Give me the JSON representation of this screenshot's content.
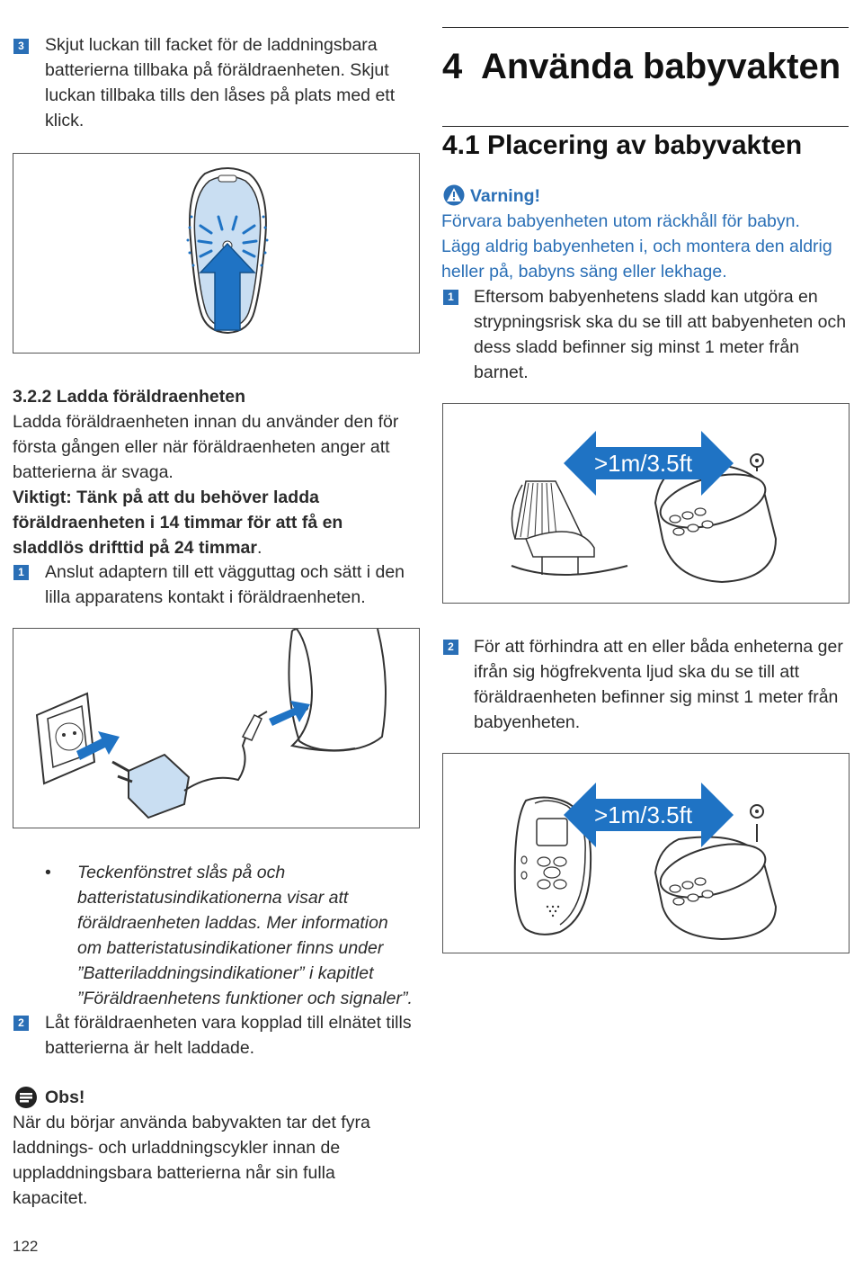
{
  "left": {
    "step3": {
      "num": "3",
      "text": "Skjut luckan till facket för de laddningsbara batterierna tillbaka på föräldraenheten. Skjut luckan tillbaka tills den låses på plats med ett klick."
    },
    "section": {
      "title": "3.2.2 Ladda föräldraenheten",
      "body": "Ladda föräldraenheten innan du använder den för första gången eller när föräldraenheten anger att batterierna är svaga.",
      "important": "Viktigt: Tänk på att du behöver ladda föräldraenheten i 14 timmar för att få en sladdlös drifttid på 24 timmar",
      "important_end": "."
    },
    "step1": {
      "num": "1",
      "text": "Anslut adaptern till ett vägguttag och sätt i den lilla apparatens kontakt i föräldraenheten."
    },
    "bullet": {
      "symbol": "•",
      "text": "Teckenfönstret slås på och batteristatusindikationerna visar att föräldraenheten laddas. Mer information om batteristatusindikationer finns under ”Batteriladdningsindikationer” i kapitlet ”Föräldraenhetens funktioner och signaler”."
    },
    "step2": {
      "num": "2",
      "text": "Låt föräldraenheten vara kopplad till elnätet tills batterierna är helt laddade."
    },
    "note": {
      "label": "Obs!",
      "text": "När du börjar använda babyvakten tar det fyra laddnings- och urladdningscykler innan de uppladdningsbara batterierna når sin fulla kapacitet."
    },
    "page_number": "122"
  },
  "right": {
    "chapter_title": "4  Använda babyvakten",
    "section_title": "4.1 Placering av babyvakten",
    "warning": {
      "label": "Varning!",
      "text": "Förvara babyenheten utom räckhåll för babyn. Lägg aldrig babyenheten i, och montera den aldrig heller på, babyns säng eller lekhage."
    },
    "step1": {
      "num": "1",
      "text": "Eftersom babyenhetens sladd kan utgöra en strypningsrisk ska du se till att babyenheten och dess sladd befinner sig minst 1 meter från barnet."
    },
    "figure_label_1": ">1m/3.5ft",
    "step2": {
      "num": "2",
      "text": "För att förhindra att en eller båda enheterna ger ifrån sig högfrekventa ljud ska du se till att föräldraenheten befinner sig minst 1 meter från babyenheten."
    },
    "figure_label_2": ">1m/3.5ft"
  },
  "colors": {
    "accent": "#2a6fb6",
    "device_fill": "#c9def2",
    "arrow": "#1f73c4"
  }
}
